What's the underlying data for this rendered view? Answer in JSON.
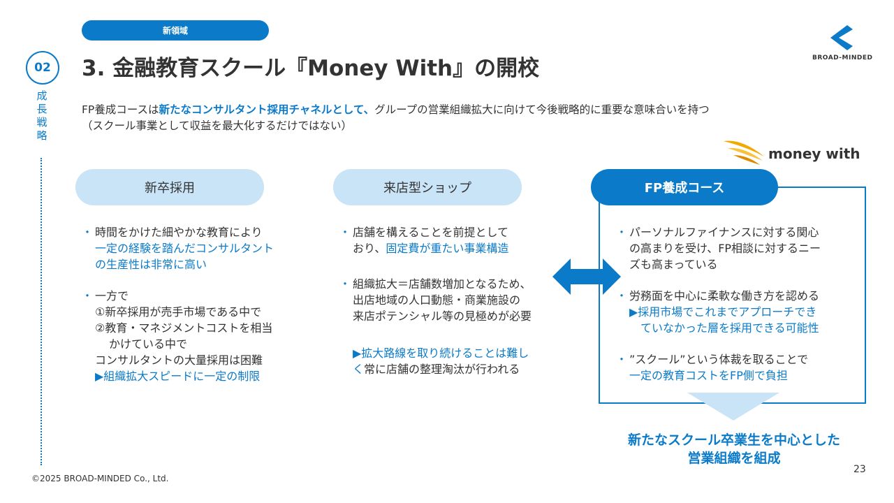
{
  "header": {
    "tag": "新領域",
    "section_number": "02",
    "section_label": "成長戦略",
    "title": "3. 金融教育スクール『Money With』の開校"
  },
  "brand": {
    "logo_text": "BROAD-MINDED",
    "accent": "#0a7ac9",
    "light": "#c9e3f7"
  },
  "intro": {
    "pre": "FP養成コースは",
    "highlight": "新たなコンサルタント採用チャネルとして、",
    "post": "グループの営業組織拡大に向けて今後戦略的に重要な意味合いを持つ",
    "line2": "（スクール事業として収益を最大化するだけではない）"
  },
  "money_with_logo": "money with",
  "columns": {
    "col1": {
      "title": "新卒採用",
      "b1": {
        "l1": "時間をかけた細やかな教育により",
        "l2": "一定の経験を踏んだコンサルタント",
        "l3": "の生産性は非常に高い"
      },
      "b2": {
        "l1": "一方で",
        "l2": "①新卒採用が売手市場である中で",
        "l3": "②教育・マネジメントコストを相当",
        "l4": "かけている中で",
        "l5": "コンサルタントの大量採用は困難",
        "l6": "▶組織拡大スピードに一定の制限"
      }
    },
    "col2": {
      "title": "来店型ショップ",
      "b1": {
        "l1": "店舗を構えることを前提として",
        "l2a": "おり、",
        "l2b": "固定費が重たい事業構造"
      },
      "b2": {
        "l1": "組織拡大＝店舗数増加となるため、",
        "l2": "出店地域の人口動態・商業施設の",
        "l3": "来店ポテンシャル等の見極めが必要"
      },
      "b3": {
        "l1": "▶拡大路線を取り続けることは難し",
        "l2a": "く",
        "l2b": "常に店舗の整理淘汰が行われる"
      }
    },
    "col3": {
      "title": "FP養成コース",
      "b1": {
        "l1": "パーソナルファイナンスに対する関心",
        "l2": "の高まりを受け、FP相談に対するニー",
        "l3": "ズも高まっている"
      },
      "b2": {
        "l1": "労務面を中心に柔軟な働き方を認める",
        "l2": "▶採用市場でこれまでアプローチでき",
        "l3": "ていなかった層を採用できる可能性"
      },
      "b3": {
        "l1": "”スクール”という体裁を取ることで",
        "l2": "一定の教育コストをFP側で負担"
      }
    }
  },
  "conclusion": {
    "l1": "新たなスクール卒業生を中心とした",
    "l2": "営業組織を組成"
  },
  "footer": {
    "copyright": "©2025 BROAD-MINDED Co., Ltd.",
    "page": "23"
  }
}
